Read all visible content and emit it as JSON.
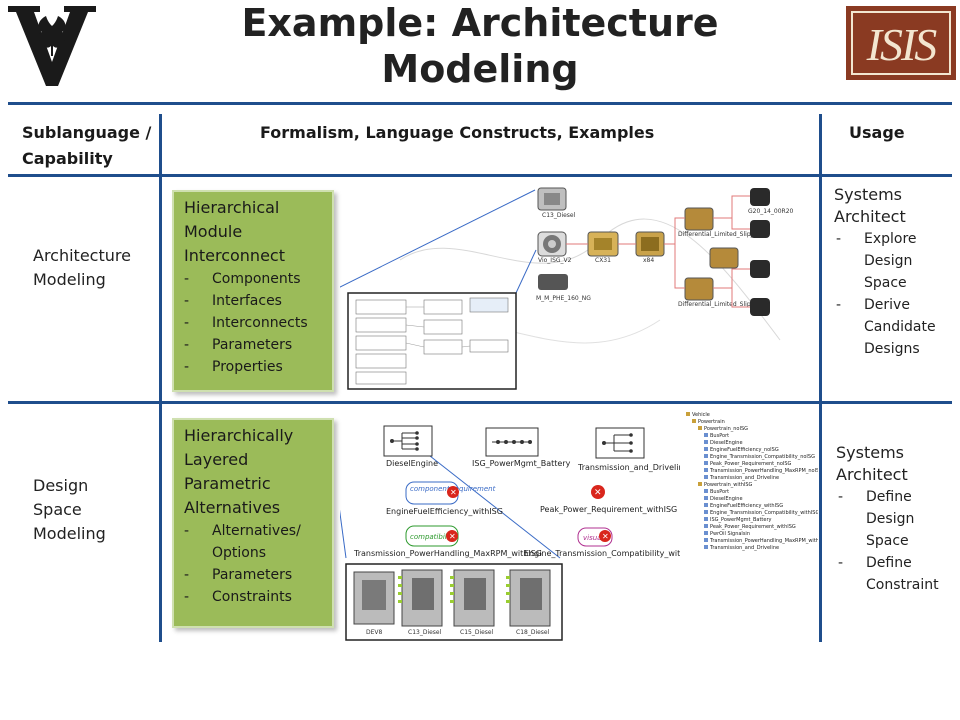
{
  "title": "Example: Architecture Modeling",
  "logos": {
    "left": "vanderbilt-v-logo",
    "right": "isis-logo"
  },
  "table": {
    "headers": {
      "col1": "Sublanguage / Capability",
      "col2": "Formalism, Language Constructs, Examples",
      "col3": "Usage"
    },
    "rows": [
      {
        "capability": "Architecture Modeling",
        "formalism_title": "Hierarchical Module Interconnect",
        "formalism_items": [
          "Components",
          "Interfaces",
          "Interconnects",
          "Parameters",
          "Properties"
        ],
        "usage_title": "Systems Architect",
        "usage_items": [
          "Explore Design Space",
          "Derive Candidate Designs"
        ],
        "figure_labels": [
          "C13_Diesel",
          "Vio_ISG_V2",
          "CX31",
          "x84",
          "Differential_Limited_Slip_Type",
          "Differential_Limited_Slip",
          "G20_14_00R20",
          "M_M_PHE_160_NG"
        ]
      },
      {
        "capability": "Design Space Modeling",
        "formalism_title": "Hierarchically Layered Parametric Alternatives",
        "formalism_items": [
          "Alternatives/ Options",
          "Parameters",
          "Constraints"
        ],
        "usage_title": "Systems Architect",
        "usage_items": [
          "Define Design Space",
          "Define Constraint"
        ],
        "figure_labels": {
          "diesel_engine": "DieselEngine",
          "isg_battery": "ISG_PowerMgmt_Battery",
          "transmission": "Transmission_and_Driveline",
          "component_requirement": "component requirement",
          "fuel_eff": "EngineFuelEfficiency_withISG",
          "peak_power": "Peak_Power_Requirement_withISG",
          "compatibility": "compatibility",
          "trans_power": "Transmission_PowerHandling_MaxRPM_withISG",
          "visual": "visual",
          "engine_trans": "Engine_Transmission_Compatibility_withISG",
          "engines": [
            "DEV8",
            "C13_Diesel",
            "C15_Diesel",
            "C18_Diesel"
          ]
        },
        "tree": [
          "Vehicle",
          "Powertrain",
          "Powertrain_noISG",
          "BusPort",
          "DieselEngine",
          "EngineFuelEfficiency_noISG",
          "Engine_Transmission_Compatibility_noISG",
          "Peak_Power_Requirement_noISG",
          "Transmission_PowerHandling_MaxRPM_noISG",
          "Transmission_and_Driveline",
          "Powertrain_withISG",
          "BusPort",
          "DieselEngine",
          "EngineFuelEfficiency_withISG",
          "Engine_Transmission_Compatibility_withISG",
          "ISG_PowerMgmt_Battery",
          "Peak_Power_Requirement_withISG",
          "PwrOil Signalsin",
          "Transmission_PowerHandling_MaxRPM_withISG",
          "Transmission_and_Driveline"
        ]
      }
    ]
  },
  "colors": {
    "rule": "#1f4e8c",
    "green_box": "#9bbb59",
    "isis": "#8a3a22",
    "error": "#d9261c"
  }
}
